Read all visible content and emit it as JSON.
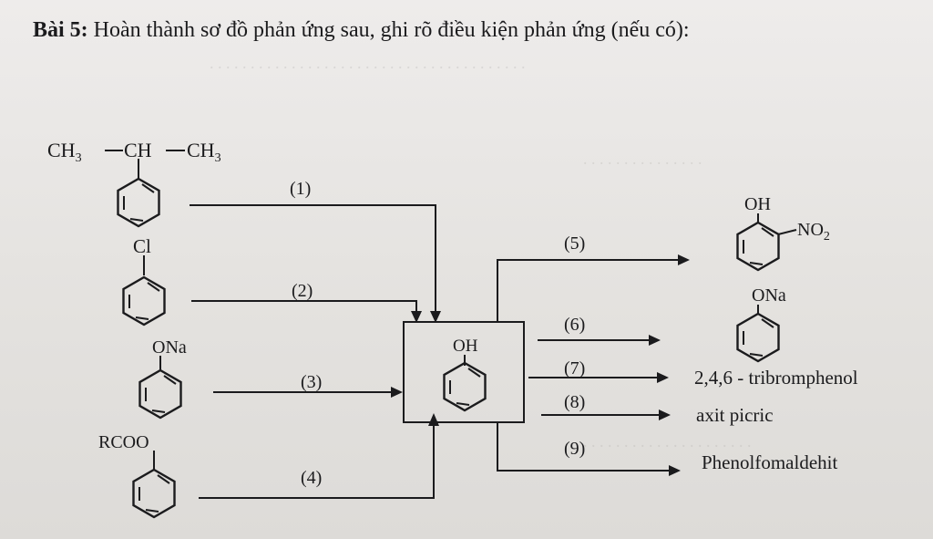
{
  "title": {
    "prefix": "Bài 5:",
    "text": " Hoàn thành sơ đồ phản ứng sau, ghi rõ điều kiện phản ứng (nếu có):"
  },
  "reactants": {
    "cumene": {
      "ch3_left": "CH",
      "sub3_a": "3",
      "ch": "CH",
      "ch3_right": "CH",
      "sub3_b": "3"
    },
    "chlorobenzene": {
      "substituent": "Cl"
    },
    "sodium_phenoxide": {
      "substituent": "ONa"
    },
    "phenyl_ester": {
      "substituent": "RCOO"
    }
  },
  "center": {
    "substituent": "OH"
  },
  "products": {
    "nitrophenol": {
      "oh": "OH",
      "no2": "NO",
      "no2_sub": "2"
    },
    "phenoxide": {
      "substituent": "ONa"
    },
    "tribromophenol": "2,4,6 - tribromphenol",
    "picric": "axit picric",
    "resin": "Phenolfomaldehit"
  },
  "steps": [
    "(1)",
    "(2)",
    "(3)",
    "(4)",
    "(5)",
    "(6)",
    "(7)",
    "(8)",
    "(9)"
  ]
}
